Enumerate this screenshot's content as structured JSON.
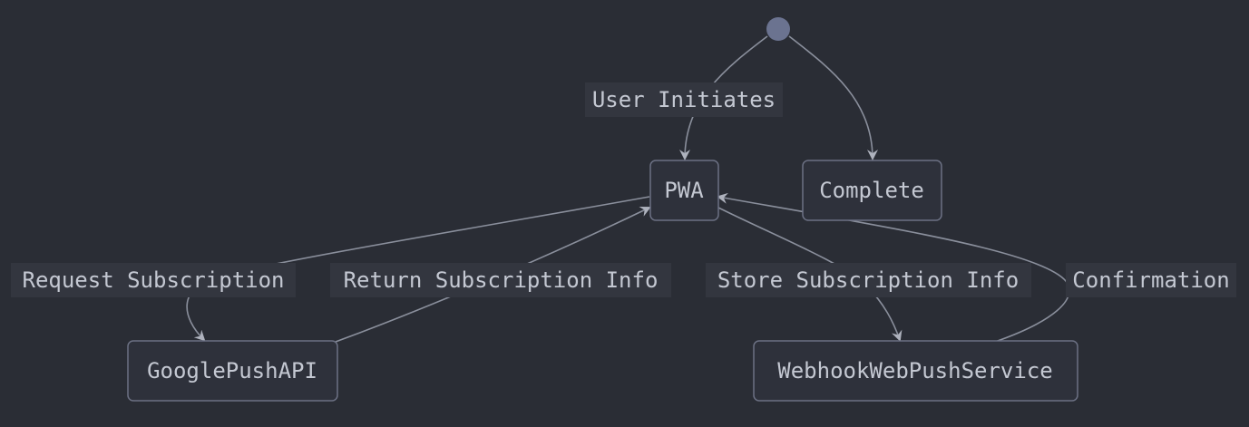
{
  "nodes": {
    "pwa": "PWA",
    "complete": "Complete",
    "google_push_api": "GooglePushAPI",
    "webhook_service": "WebhookWebPushService"
  },
  "edges": {
    "user_initiates": "User Initiates",
    "request_subscription": "Request Subscription",
    "return_subscription_info": "Return Subscription Info",
    "store_subscription_info": "Store Subscription Info",
    "confirmation": "Confirmation"
  },
  "colors": {
    "background": "#2a2d35",
    "node_fill": "#2e313b",
    "node_stroke": "#6c7184",
    "edge": "#8a8f9c",
    "text": "#c4c8d2",
    "start_node": "#6b7390"
  }
}
